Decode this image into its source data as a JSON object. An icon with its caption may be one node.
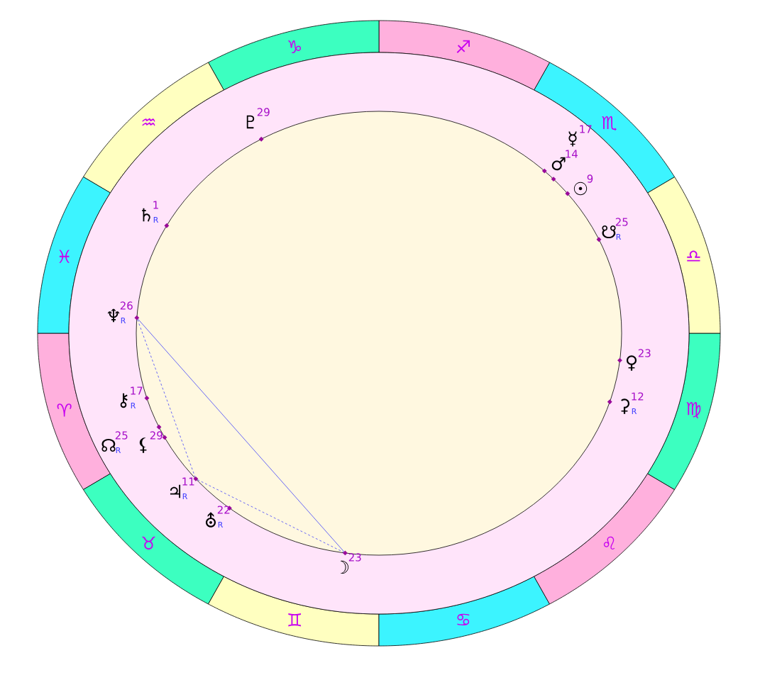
{
  "diagram": {
    "nodes": [
      {
        "text": [
          "♈"
        ]
      },
      {
        "text": [
          "♉"
        ]
      },
      {
        "text": [
          "♊"
        ]
      },
      {
        "text": [
          "♋"
        ]
      },
      {
        "text": [
          "♌"
        ]
      },
      {
        "text": [
          "♍"
        ]
      },
      {
        "text": [
          "♎"
        ]
      },
      {
        "text": [
          "♏"
        ]
      },
      {
        "text": [
          "♐"
        ]
      },
      {
        "text": [
          "♑"
        ]
      },
      {
        "text": [
          "♒"
        ]
      },
      {
        "text": [
          "♓"
        ]
      },
      {
        "text": [],
        "shape": "diamond",
        "beside": [
          "♇",
          "29"
        ]
      },
      {
        "text": [],
        "shape": "diamond",
        "beside": [
          "☿",
          "17"
        ]
      },
      {
        "text": [],
        "shape": "diamond",
        "beside": [
          "♂",
          "14"
        ]
      },
      {
        "text": [],
        "shape": "diamond",
        "beside": [
          "☉",
          "9"
        ]
      },
      {
        "text": [],
        "shape": "diamond",
        "beside": [
          "♄",
          "1",
          "R"
        ]
      },
      {
        "text": [],
        "shape": "diamond",
        "beside": [
          "☋",
          "25",
          "R"
        ]
      },
      {
        "text": [],
        "shape": "diamond",
        "beside": [
          "♆",
          "26",
          "R"
        ]
      },
      {
        "text": [],
        "shape": "diamond",
        "beside": [
          "♀",
          "23"
        ]
      },
      {
        "text": [],
        "shape": "diamond",
        "beside": [
          "⚷",
          "17",
          "R"
        ]
      },
      {
        "text": [],
        "shape": "diamond",
        "beside": [
          "⚳",
          "12",
          "R"
        ]
      },
      {
        "text": [],
        "shape": "diamond",
        "beside": [
          "☊",
          "25",
          "R"
        ]
      },
      {
        "text": [],
        "shape": "diamond",
        "beside": [
          "⚸",
          "29"
        ]
      },
      {
        "text": [],
        "shape": "diamond",
        "beside": [
          "♃",
          "11",
          "R"
        ]
      },
      {
        "text": [],
        "shape": "diamond",
        "beside": [
          "⛢",
          "22",
          "R"
        ]
      },
      {
        "text": [],
        "shape": "diamond",
        "beside": [
          "☽",
          "23"
        ]
      }
    ],
    "edges": [
      {
        "from": 18,
        "to": 26,
        "arrow": "none"
      },
      {
        "from": 18,
        "to": 24,
        "arrow": "none",
        "style": "dashed"
      },
      {
        "from": 24,
        "to": 26,
        "arrow": "none",
        "style": "dashed"
      }
    ]
  }
}
